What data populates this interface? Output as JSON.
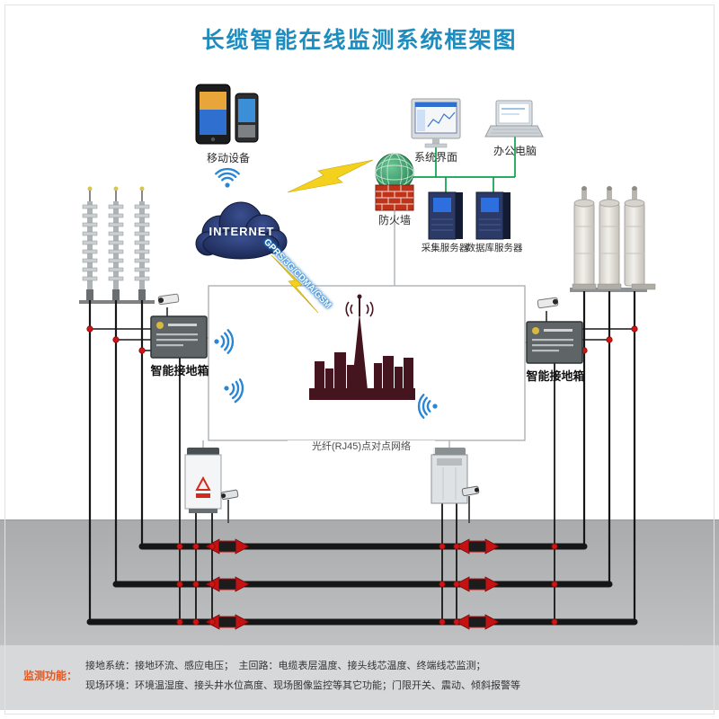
{
  "title": "长缆智能在线监测系统框架图",
  "nodes": {
    "mobile_label": "移动设备",
    "internet_label": "INTERNET",
    "gprs_label": "GPRS/3G/CDMA/GSM",
    "firewall_label": "防火墙",
    "system_ui_label": "系统界面",
    "office_pc_label": "办公电脑",
    "collect_server_label": "采集服务器",
    "db_server_label": "数据库服务器",
    "left_box_label": "智能接地箱",
    "right_box_label": "智能接地箱",
    "fiber_label": "光纤(RJ45)点对点网络"
  },
  "footer": {
    "heading": "监测功能：",
    "line1": "接地系统：接地环流、感应电压；　主回路：电缆表层温度、接头线芯温度、终端线芯监测；",
    "line2": "现场环境：环境温湿度、接头井水位高度、现场图像监控等其它功能；门限开关、震动、倾斜报警等"
  },
  "colors": {
    "title_blue": "#1d8dbf",
    "network_green": "#0ba14b",
    "wifi_blue": "#2a86d4",
    "alert_red": "#d41414",
    "tower_maroon": "#44141f",
    "cloud_navy": "#1c2b58"
  }
}
